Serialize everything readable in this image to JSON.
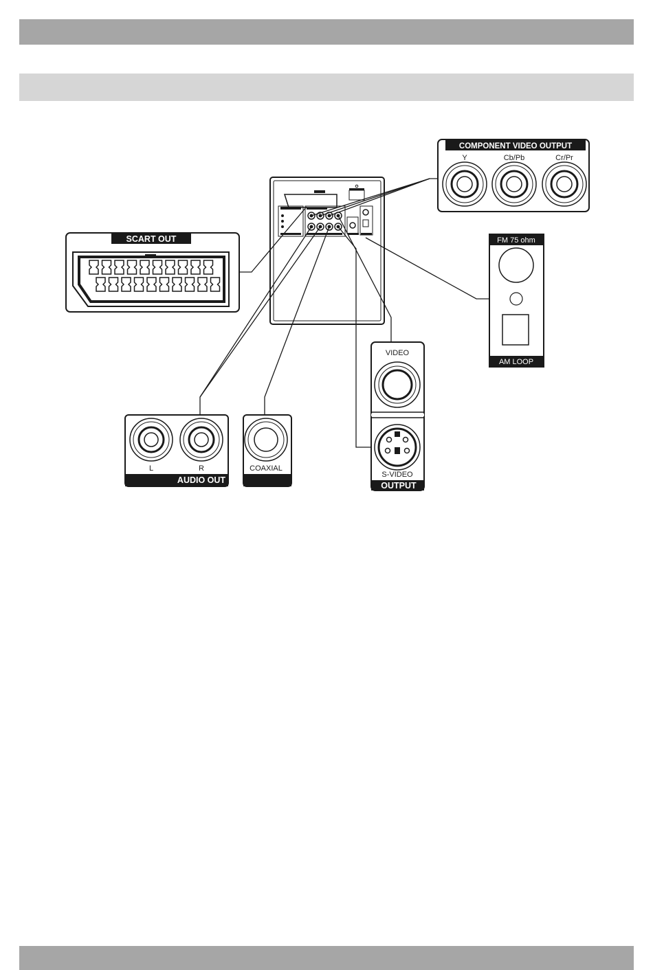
{
  "colors": {
    "header_bar": "#a6a6a6",
    "subheader_bar": "#d6d6d6",
    "footer_bar": "#a6a6a6",
    "ink": "#1a1a1a",
    "label_band": "#1a1a1a"
  },
  "labels": {
    "component_title": "COMPONENT VIDEO OUTPUT",
    "component_y": "Y",
    "component_cb": "Cb/Pb",
    "component_cr": "Cr/Pr",
    "scart_title": "SCART  OUT",
    "fm_title": "FM  75 ohm",
    "am_title": "AM  LOOP",
    "video_label": "VIDEO",
    "svideo_label": "S-VIDEO",
    "output_title": "OUTPUT",
    "audio_l": "L",
    "audio_r": "R",
    "audio_title": "AUDIO OUT",
    "coaxial_label": "COAXIAL"
  }
}
